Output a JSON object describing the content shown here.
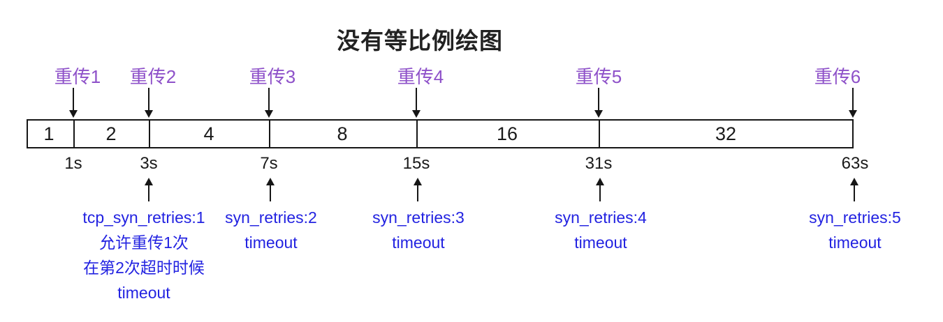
{
  "title": "没有等比例绘图",
  "colors": {
    "retransmission_label": "#8E51C9",
    "annotation_text": "#2323E1",
    "diagram_lines": "#161616",
    "background": "#FFFFFF"
  },
  "timeline": {
    "retransmission_labels": [
      "重传1",
      "重传2",
      "重传3",
      "重传4",
      "重传5",
      "重传6"
    ],
    "segment_durations": [
      "1",
      "2",
      "4",
      "8",
      "16",
      "32"
    ],
    "time_ticks": [
      "1s",
      "3s",
      "7s",
      "15s",
      "31s",
      "63s"
    ],
    "annotations": [
      {
        "lines": [
          "tcp_syn_retries:1",
          "允许重传1次",
          "在第2次超时时候",
          "timeout"
        ]
      },
      {
        "lines": [
          "syn_retries:2",
          "timeout"
        ]
      },
      {
        "lines": [
          "syn_retries:3",
          "timeout"
        ]
      },
      {
        "lines": [
          "syn_retries:4",
          "timeout"
        ]
      },
      {
        "lines": [
          "syn_retries:5",
          "timeout"
        ]
      }
    ]
  }
}
